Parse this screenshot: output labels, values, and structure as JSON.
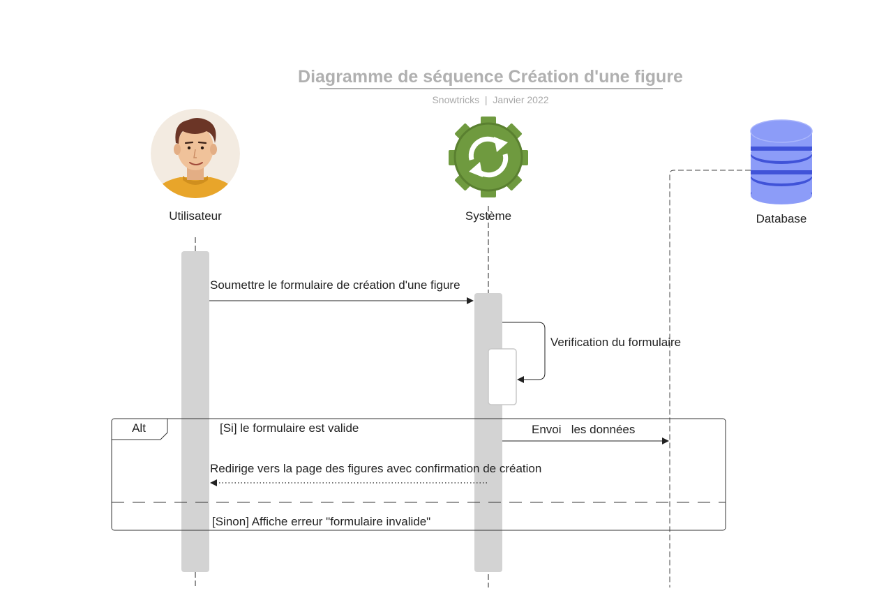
{
  "header": {
    "title": "Diagramme de séquence Création d'une figure",
    "subtitle": "Snowtricks  |  Janvier 2022"
  },
  "participants": {
    "user": {
      "label": "Utilisateur",
      "icon": "user-avatar-icon"
    },
    "system": {
      "label": "Système",
      "icon": "gear-sync-icon"
    },
    "database": {
      "label": "Database",
      "icon": "database-icon"
    }
  },
  "messages": {
    "submit": "Soumettre le formulaire de création d'une figure",
    "verify": "Verification du formulaire",
    "send_data": "Envoi   les données",
    "redirect": "Redirige vers la page des figures avec confirmation de création"
  },
  "fragment": {
    "operator": "Alt",
    "guard_if": "[Si] le formulaire est valide",
    "guard_else": "[Sinon] Affiche erreur \"formulaire invalide\""
  },
  "colors": {
    "title": "#b0b0b0",
    "subtitle": "#a8a8a8",
    "activation": "#d3d3d3",
    "gear": "#6f9a3f",
    "gear_dark": "#5a8030",
    "database": "#8c9cf8",
    "database_band": "#4053d8",
    "avatar_bg": "#f3ebe1",
    "avatar_shirt": "#e8a52a",
    "avatar_hair": "#6b3526",
    "avatar_skin": "#f0c29a"
  }
}
